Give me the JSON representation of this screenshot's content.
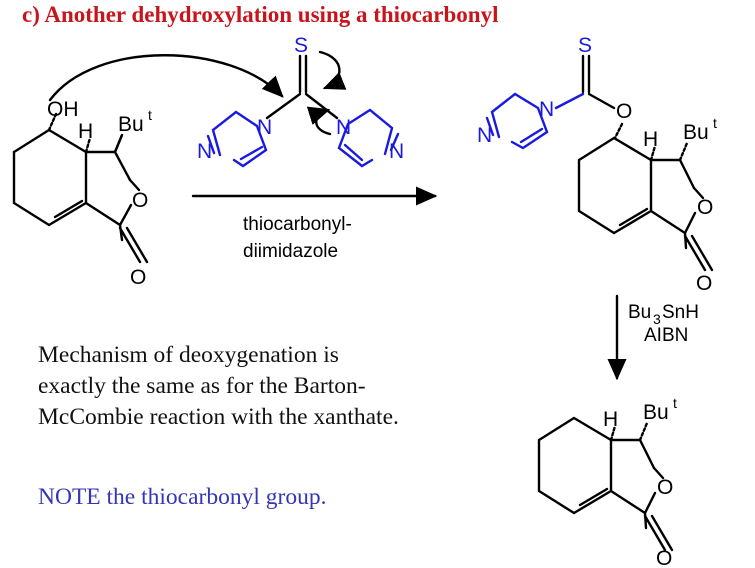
{
  "title": "c) Another dehydroxylation using a thiocarbonyl",
  "notes": {
    "line1": "Mechanism of deoxygenation is",
    "line2": "exactly the same as for the Barton-",
    "line3": "McCombie reaction with the xanthate.",
    "highlight": "NOTE the thiocarbonyl group."
  },
  "reagent1": {
    "line1": "thiocarbonyl-",
    "line2": "diimidazole"
  },
  "reagent2": {
    "line1": "Bu3SnH",
    "line2": "AIBN"
  },
  "atoms": {
    "oh": "OH",
    "h": "H",
    "bu": "Bu",
    "t": "t",
    "o": "O",
    "s": "S",
    "n": "N",
    "bu3": "Bu",
    "sub3": "3",
    "snh": "SnH"
  },
  "colors": {
    "title": "#c8151b",
    "imidazole": "#1a1adf",
    "note_highlight": "#3535b8"
  }
}
